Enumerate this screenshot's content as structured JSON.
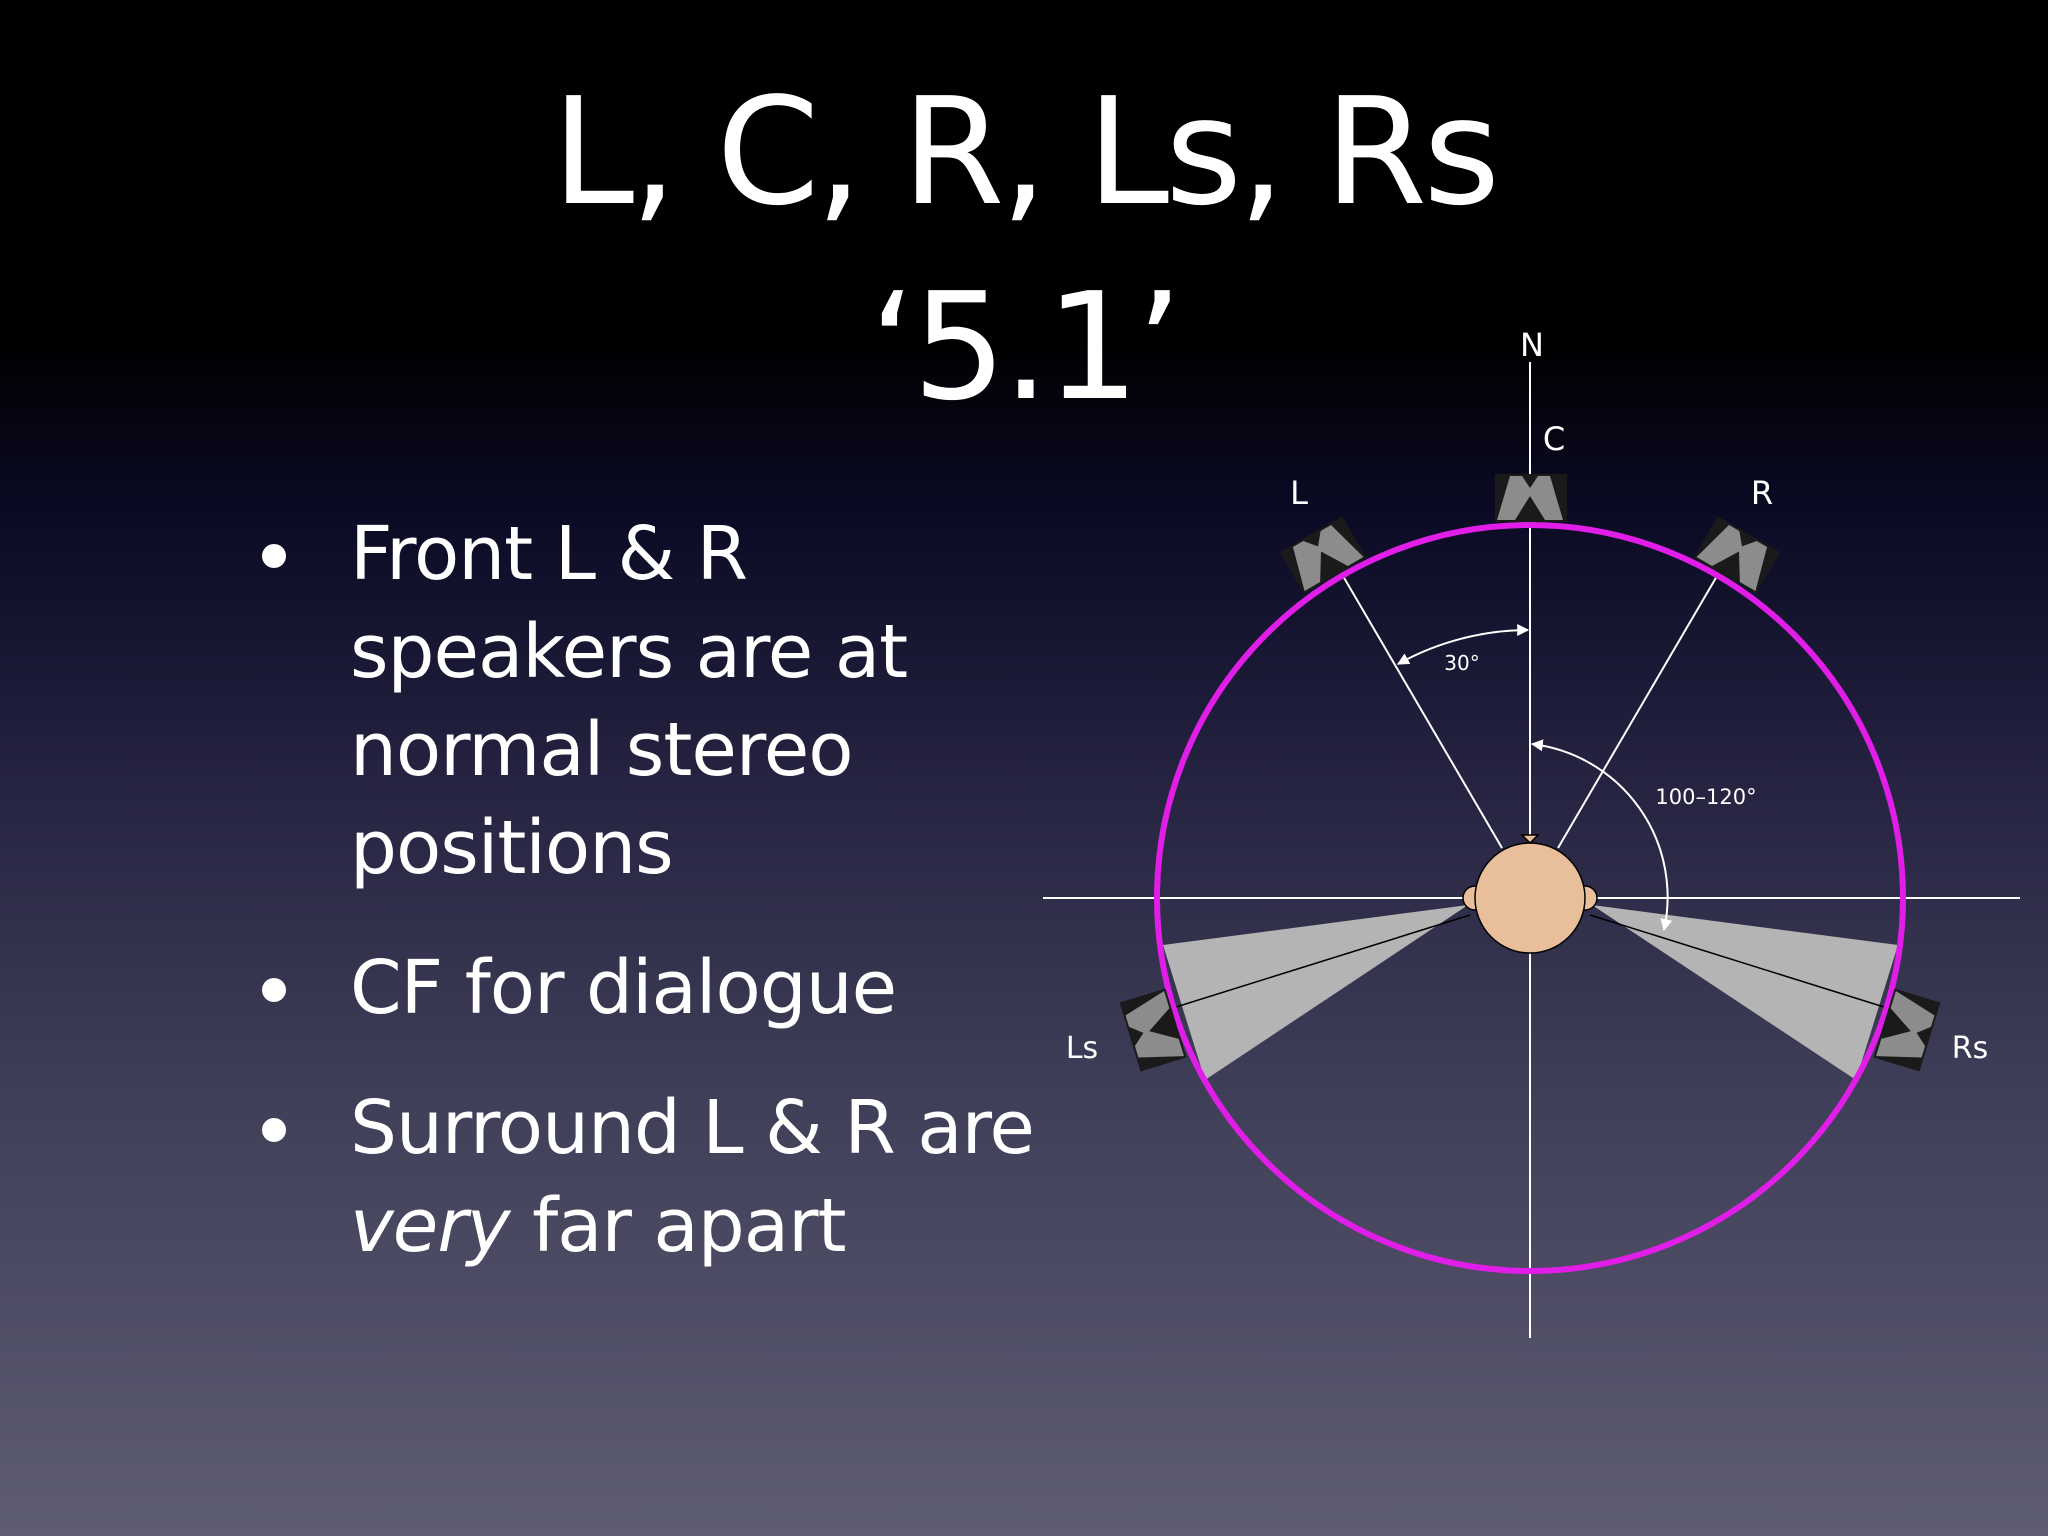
{
  "title": {
    "line1": "L, C, R, Ls, Rs",
    "line2": "‘5.1’"
  },
  "bullets": [
    {
      "text": "Front L & R speakers are at normal stereo positions"
    },
    {
      "text": "CF for dialogue"
    },
    {
      "emphasis": "very",
      "text": " far apart",
      "prefix": "Surround L & R are "
    }
  ],
  "diagram": {
    "north_label": "N",
    "speakers": {
      "center": "C",
      "left": "L",
      "right": "R",
      "left_surround": "Ls",
      "right_surround": "Rs"
    },
    "angles": {
      "front": "30°",
      "surround": "100–120°"
    },
    "colors": {
      "circle": "#e11ee8",
      "head": "#e8be9b",
      "speaker_body": "#1a1a1a",
      "speaker_face": "#8c8c8c",
      "coverage": "#b4b4b4",
      "lines": "#ffffff"
    }
  }
}
